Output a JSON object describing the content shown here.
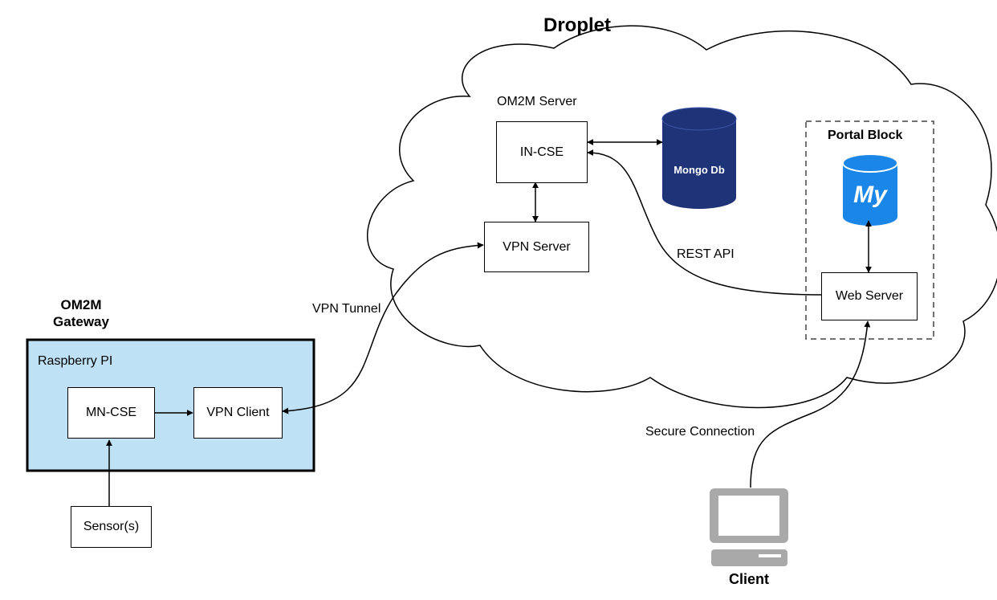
{
  "droplet": {
    "title": "Droplet",
    "om2m_server_label": "OM2M Server",
    "in_cse": "IN-CSE",
    "vpn_server": "VPN Server",
    "mongo_db": "Mongo Db",
    "rest_api": "REST API",
    "portal_block": {
      "title": "Portal Block",
      "mysql_logo_text": "My",
      "web_server": "Web Server"
    }
  },
  "gateway": {
    "title_line1": "OM2M",
    "title_line2": "Gateway",
    "device": "Raspberry PI",
    "mn_cse": "MN-CSE",
    "vpn_client": "VPN Client",
    "sensors": "Sensor(s)"
  },
  "links": {
    "vpn_tunnel": "VPN Tunnel",
    "secure_connection": "Secure Connection"
  },
  "client": {
    "label": "Client"
  },
  "colors": {
    "gateway_fill": "#bfe1f5",
    "mongo_fill": "#1f3378",
    "mysql_fill": "#1a86e8",
    "computer_gray": "#a9a9a9"
  }
}
